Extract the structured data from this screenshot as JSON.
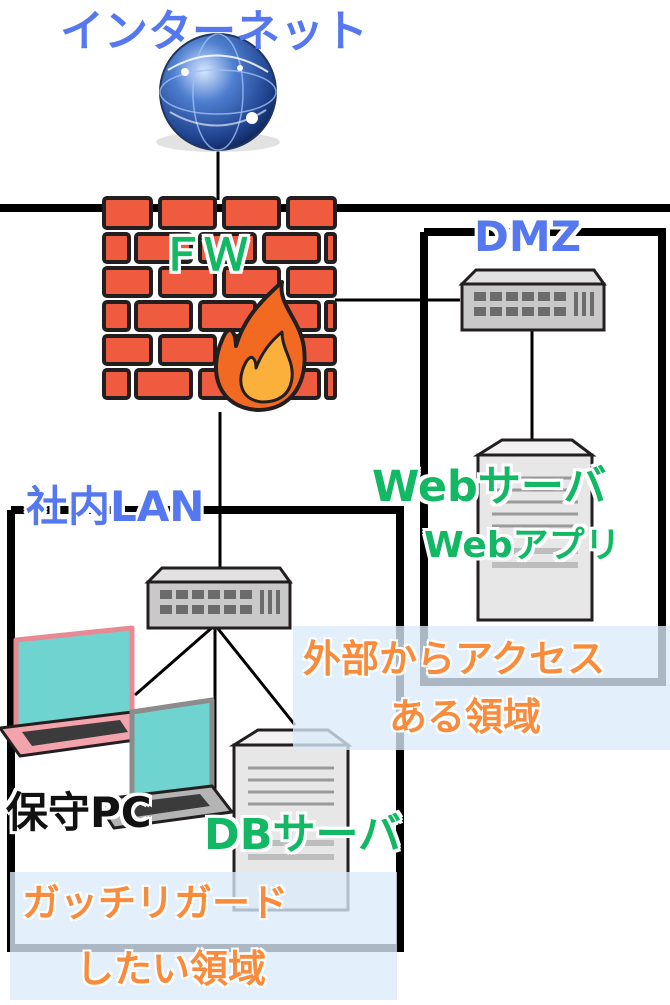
{
  "labels": {
    "internet": "インターネット",
    "fw": "ＦＷ",
    "dmz": "DMZ",
    "lan": "社内LAN",
    "web_server": "Webサーバ",
    "web_app": "Webアプリ",
    "external_line1": "外部からアクセス",
    "external_line2": "ある領域",
    "maintenance_pc": "保守PC",
    "db_server": "DBサーバ",
    "guard_line1": "ガッチリガード",
    "guard_line2": "したい領域"
  },
  "colors": {
    "blue_label": "#5578f0",
    "green_label": "#12b864",
    "orange_note": "#f98c3c",
    "brick": "#ef5b3f",
    "flame": "#f26a21",
    "note_bg": "#dbeafa",
    "line": "#000000"
  },
  "icons": {
    "internet": "globe-icon",
    "firewall": "firewall-icon",
    "switch": "network-switch-icon",
    "server": "server-tower-icon",
    "laptop": "laptop-icon"
  }
}
